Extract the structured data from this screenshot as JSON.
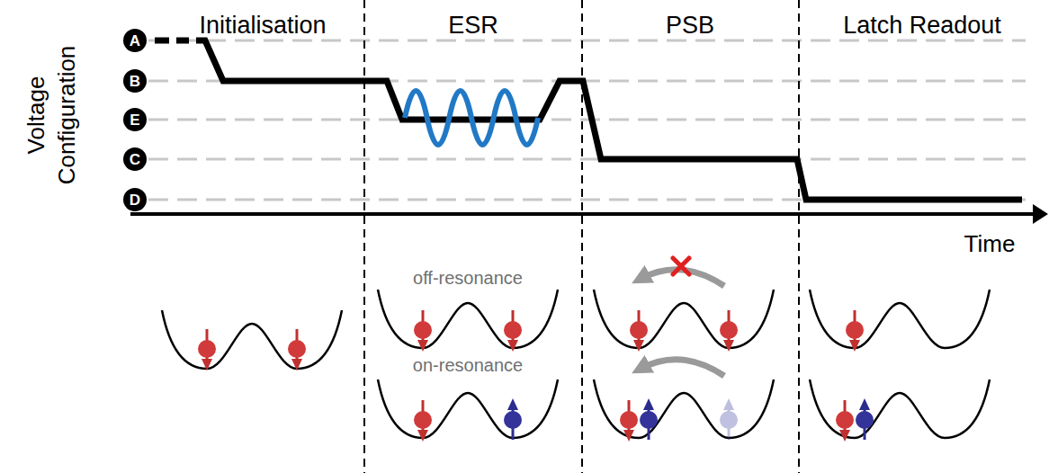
{
  "diagram": {
    "nodes": [
      {
        "text": [
          "A"
        ]
      },
      {
        "text": [
          "B"
        ]
      },
      {
        "text": [
          "E"
        ]
      },
      {
        "text": [
          "C"
        ]
      },
      {
        "text": [
          "D"
        ]
      }
    ],
    "labels": [
      "Initialisation",
      "ESR",
      "PSB",
      "Latch Readout",
      "Voltage Configuration",
      "Time",
      "off-resonance",
      "on-resonance"
    ]
  }
}
